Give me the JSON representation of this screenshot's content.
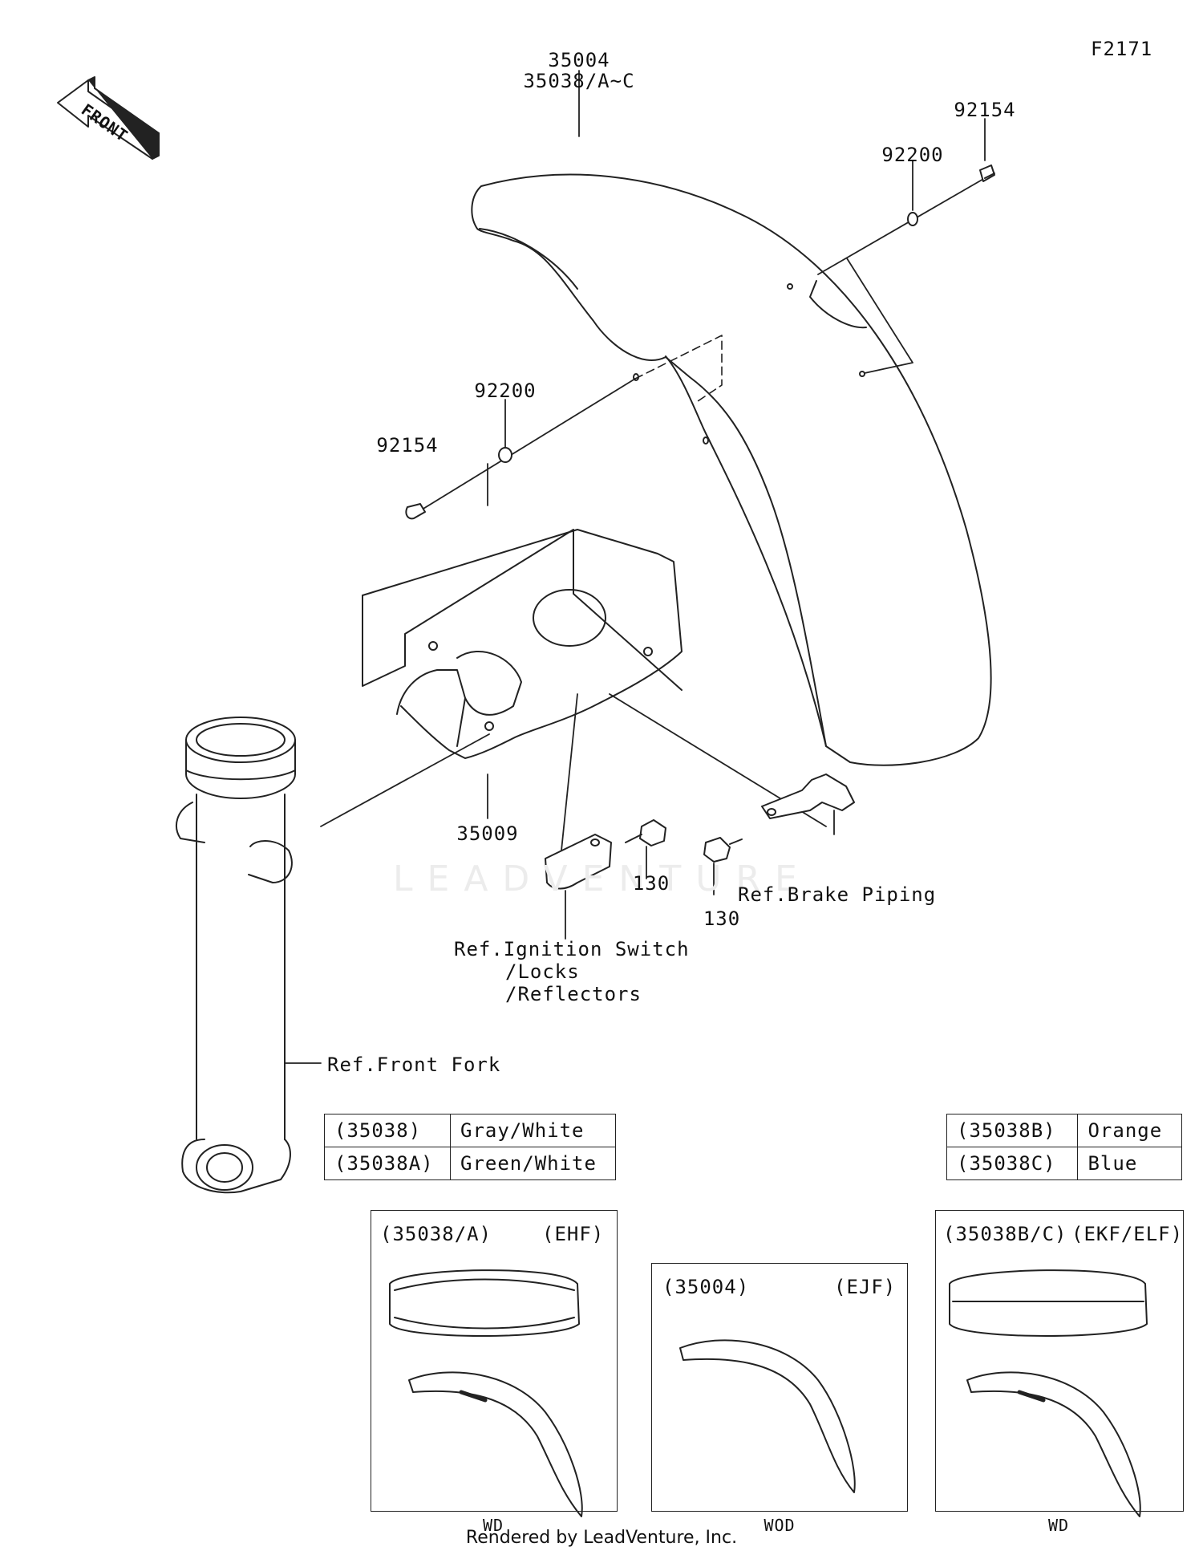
{
  "diagram_id": "F2171",
  "front_marker": "FRONT",
  "callouts": {
    "fender_a": "35004",
    "fender_b": "35038/A~C",
    "bolt_right": "92154",
    "washer_right": "92200",
    "washer_left": "92200",
    "bolt_left": "92154",
    "bracket": "35009",
    "bolt_130_a": "130",
    "bolt_130_b": "130",
    "ref_brake": "Ref.Brake Piping",
    "ref_ignition_1": "Ref.Ignition Switch",
    "ref_ignition_2": "/Locks",
    "ref_ignition_3": "/Reflectors",
    "ref_fork": "Ref.Front Fork"
  },
  "watermark": "LEADVENTURE",
  "color_tables": {
    "left": [
      {
        "code": "(35038)",
        "color": "Gray/White"
      },
      {
        "code": "(35038A)",
        "color": "Green/White"
      }
    ],
    "right": [
      {
        "code": "(35038B)",
        "color": "Orange"
      },
      {
        "code": "(35038C)",
        "color": "Blue"
      }
    ]
  },
  "variants": [
    {
      "part": "(35038/A)",
      "model": "(EHF)",
      "caption": "WD"
    },
    {
      "part": "(35004)",
      "model": "(EJF)",
      "caption": "WOD"
    },
    {
      "part": "(35038B/C)",
      "model": "(EKF/ELF)",
      "caption": "WD"
    }
  ],
  "footer": "Rendered by LeadVenture, Inc."
}
